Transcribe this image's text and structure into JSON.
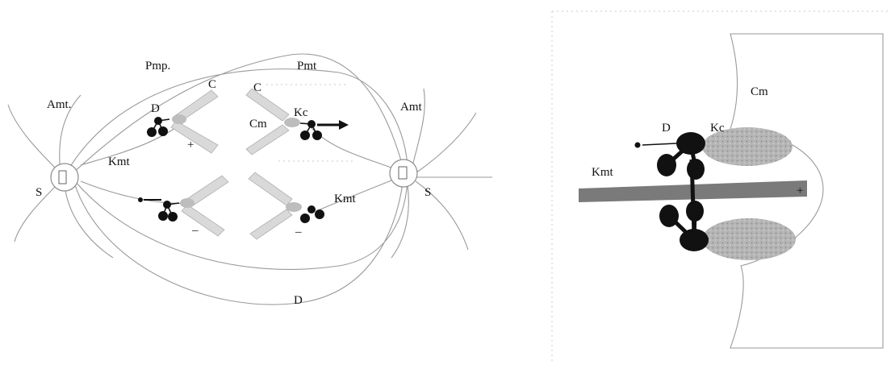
{
  "left_panel": {
    "labels": {
      "pmp": "Pmp.",
      "pmt": "Pmt",
      "amt_left": "Amt.",
      "amt_right": "Amt",
      "c_left": "C",
      "c_right": "C",
      "d_upper": "D",
      "cm": "Cm",
      "kc": "Kc",
      "kmt_upper": "Kmt",
      "kmt_lower": "Kmt",
      "s_left": "S",
      "s_right": "S",
      "d_bottom": "D"
    },
    "marks": {
      "plus_upper": "+",
      "minus_lower_left": "–",
      "minus_lower_right": "–"
    }
  },
  "right_panel": {
    "labels": {
      "cm": "Cm",
      "d": "D",
      "kc": "Kc",
      "kmt": "Kmt"
    },
    "marks": {
      "plus": "+"
    }
  },
  "colors": {
    "line": "#9a9a9a",
    "chromosome": "#d9d9d9",
    "dynein": "#111111",
    "microtubule": "#7a7a7a",
    "kinetochore": "#a9a9a9"
  }
}
